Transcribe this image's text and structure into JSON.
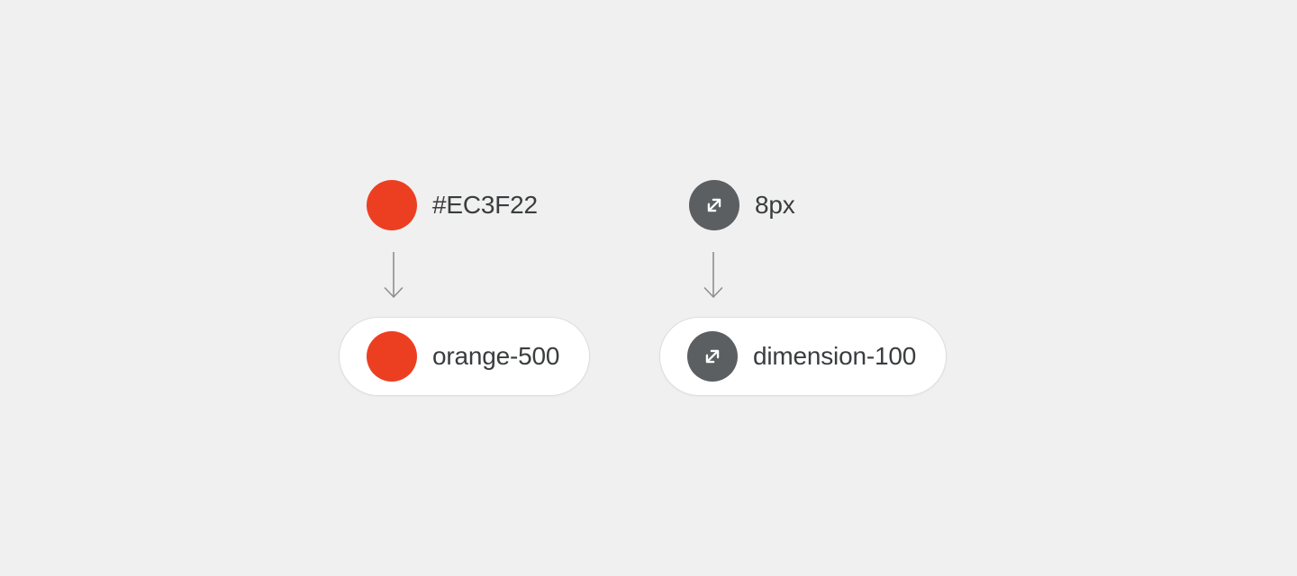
{
  "canvas": {
    "background_color": "#F0F0F0"
  },
  "colors": {
    "orange_swatch": "#EC3F22",
    "dimension_circle": "#5B5F62",
    "text": "#3A3D3E",
    "arrow": "#8F8F8F",
    "pill_background": "#FFFFFF",
    "pill_border": "#DDDDDD"
  },
  "tokens": [
    {
      "kind": "color",
      "value_label": "#EC3F22",
      "token_label": "orange-500",
      "swatch_color": "#EC3F22",
      "icon": "color-swatch-circle"
    },
    {
      "kind": "dimension",
      "value_label": "8px",
      "token_label": "dimension-100",
      "swatch_color": "#5B5F62",
      "icon": "resize-diagonal-icon"
    }
  ]
}
